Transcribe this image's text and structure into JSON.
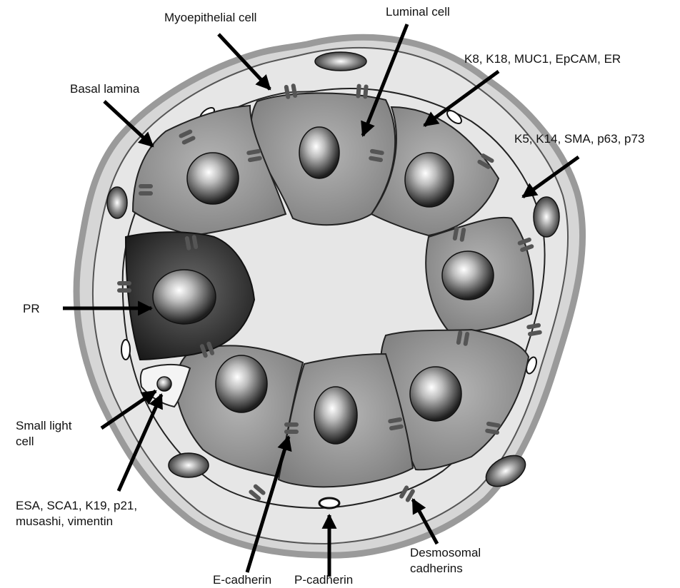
{
  "labels": {
    "myoepithelial": "Myoepithelial cell",
    "luminal": "Luminal cell",
    "luminal_markers": "K8, K18, MUC1, EpCAM, ER",
    "basal_lamina": "Basal lamina",
    "myo_markers": "K5, K14, SMA, p63, p73",
    "pr": "PR",
    "small_light_line1": "Small light",
    "small_light_line2": "cell",
    "slc_markers_line1": "ESA,  SCA1, K19, p21,",
    "slc_markers_line2": "musashi, vimentin",
    "e_cadherin": "E-cadherin",
    "p_cadherin": "P-cadherin",
    "desmosomal_line1": "Desmosomal",
    "desmosomal_line2": "cadherins"
  }
}
